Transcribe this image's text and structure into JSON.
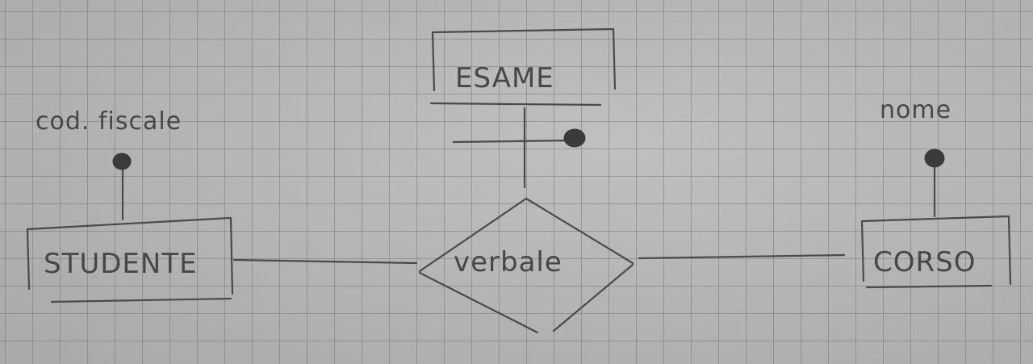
{
  "entities": {
    "studente": "STUDENTE",
    "esame": "ESAME",
    "corso": "CORSO"
  },
  "relationship": {
    "label": "verbale"
  },
  "attributes": {
    "studente_key": "cod. fiscale",
    "corso_key": "nome"
  },
  "colors": {
    "paper": "#b6b6b6",
    "grid": "#787878",
    "ink": "#4a4a4a"
  }
}
